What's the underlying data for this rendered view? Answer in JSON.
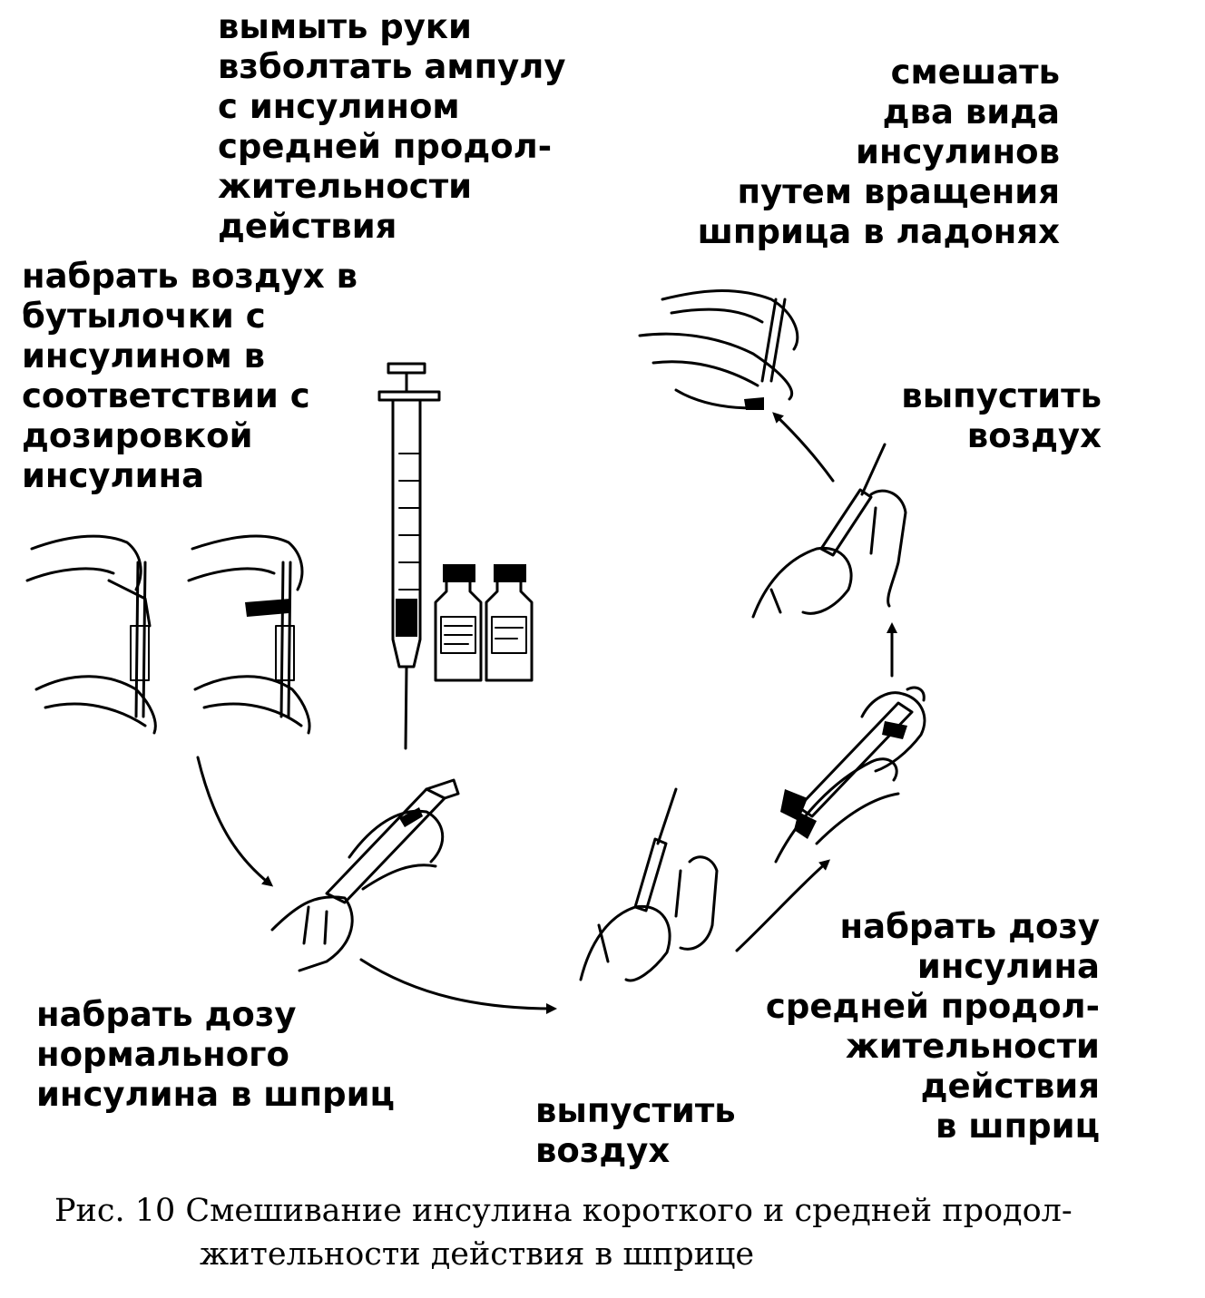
{
  "steps": {
    "wash": [
      "вымыть руки",
      "взболтать ампулу",
      "с инсулином",
      "средней продол-",
      "жительности",
      "действия"
    ],
    "mix": [
      "смешать",
      "два вида",
      "инсулинов",
      "путем вращения",
      "шприца в ладонях"
    ],
    "air_in": [
      "набрать воздух в",
      "бутылочки с",
      "инсулином в",
      "соответствии с",
      "дозировкой",
      "инсулина"
    ],
    "release_top": [
      "выпустить",
      "воздух"
    ],
    "dose_normal": [
      "набрать дозу",
      "нормального",
      "инсулина в шприц"
    ],
    "release_bottom": [
      "выпустить",
      "воздух"
    ],
    "dose_medium": [
      "набрать дозу",
      "инсулина",
      "средней продол-",
      "жительности",
      "действия",
      "в шприц"
    ]
  },
  "caption": {
    "line1": "Рис. 10 Смешивание инсулина короткого и средней продол-",
    "line2": "жительности действия в шприце"
  }
}
